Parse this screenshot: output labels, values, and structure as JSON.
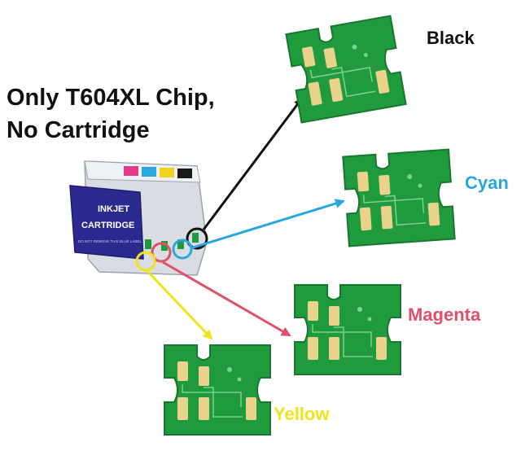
{
  "headline": {
    "line1": "Only T604XL Chip,",
    "line2": "No Cartridge"
  },
  "cartridge": {
    "title_line1": "INKJET",
    "title_line2": "CARTRIDGE",
    "warning": "DO NOT REMOVE THIS BLUE LABEL"
  },
  "chips": [
    {
      "label": "Black",
      "color": "#111111"
    },
    {
      "label": "Cyan",
      "color": "#29a8e0"
    },
    {
      "label": "Magenta",
      "color": "#e0506a"
    },
    {
      "label": "Yellow",
      "color": "#f2e21a"
    }
  ],
  "colors": {
    "chip_green": "#1f9a3c",
    "chip_dark": "#17782e",
    "pad_gold": "#e9d28a",
    "cartridge_blue": "#2b2a8f"
  }
}
